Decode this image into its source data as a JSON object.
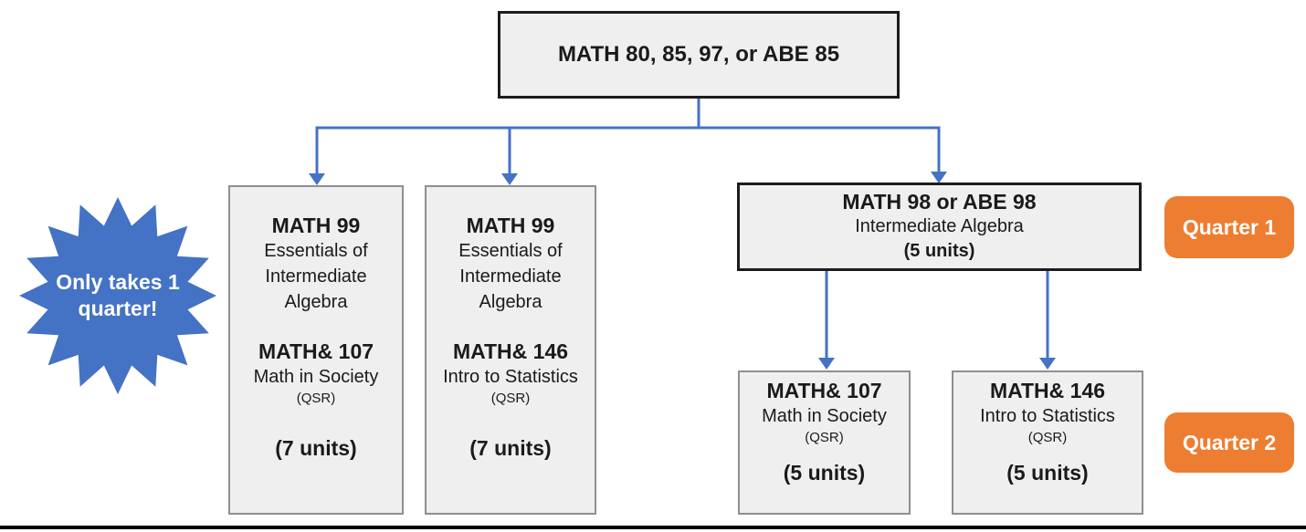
{
  "colors": {
    "arrow_blue": "#4472C4",
    "star_blue": "#4472C4",
    "badge_orange": "#ED7D31",
    "box_fill": "#EFEFEF",
    "box_border_dark": "#1c1c1c",
    "box_border_light": "#8f8f8f",
    "bottom_rule": "#000000"
  },
  "root_box": {
    "label": "MATH 80, 85, 97, or ABE 85"
  },
  "starburst": {
    "lines": [
      "Only takes 1",
      "quarter!"
    ]
  },
  "one_quarter_options": [
    {
      "course1_code": "MATH 99",
      "course1_title": "Essentials of Intermediate Algebra",
      "course2_code": "MATH& 107",
      "course2_title": "Math in Society",
      "course2_tag": "(QSR)",
      "units": "(7 units)"
    },
    {
      "course1_code": "MATH 99",
      "course1_title": "Essentials of Intermediate Algebra",
      "course2_code": "MATH& 146",
      "course2_title": "Intro to Statistics",
      "course2_tag": "(QSR)",
      "units": "(7 units)"
    }
  ],
  "two_quarter_path": {
    "quarter1_box": {
      "code": "MATH 98 or ABE 98",
      "title": "Intermediate Algebra",
      "units": "(5 units)"
    },
    "quarter2_boxes": [
      {
        "code": "MATH& 107",
        "title": "Math in Society",
        "tag": "(QSR)",
        "units": "(5 units)"
      },
      {
        "code": "MATH& 146",
        "title": "Intro to Statistics",
        "tag": "(QSR)",
        "units": "(5 units)"
      }
    ]
  },
  "badges": [
    {
      "label": "Quarter 1"
    },
    {
      "label": "Quarter 2"
    }
  ]
}
